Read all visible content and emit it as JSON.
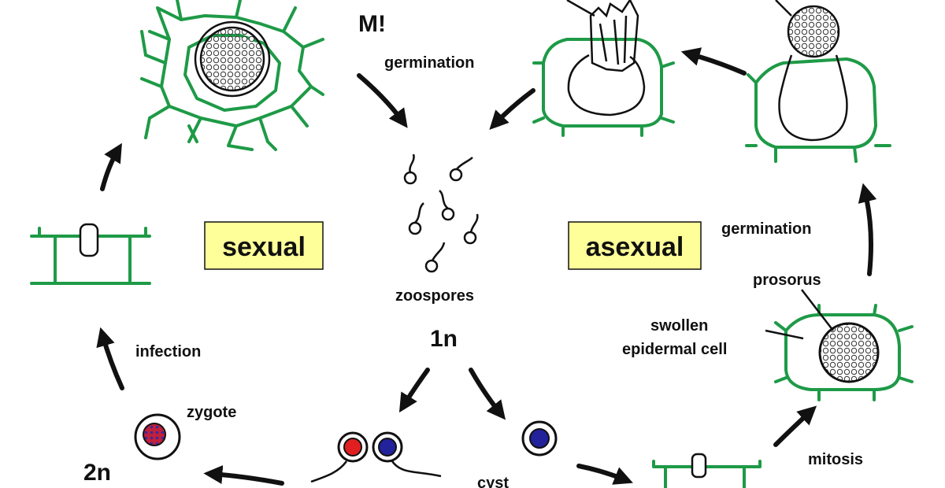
{
  "labels": {
    "m": "M!",
    "germination_top": "germination",
    "zoospores": "zoospores",
    "one_n": "1n",
    "two_n": "2n",
    "sexual": "sexual",
    "asexual": "asexual",
    "germination_right": "germination",
    "prosorus": "prosorus",
    "swollen_line1": "swollen",
    "swollen_line2": "epidermal cell",
    "infection": "infection",
    "zygote": "zygote",
    "cyst": "cyst",
    "mitosis": "mitosis"
  },
  "colors": {
    "host_tissue": "#1e9a47",
    "box_fill": "#ffff99",
    "gamete_red": "#e02020",
    "gamete_blue": "#22229a",
    "outline": "#111111"
  }
}
